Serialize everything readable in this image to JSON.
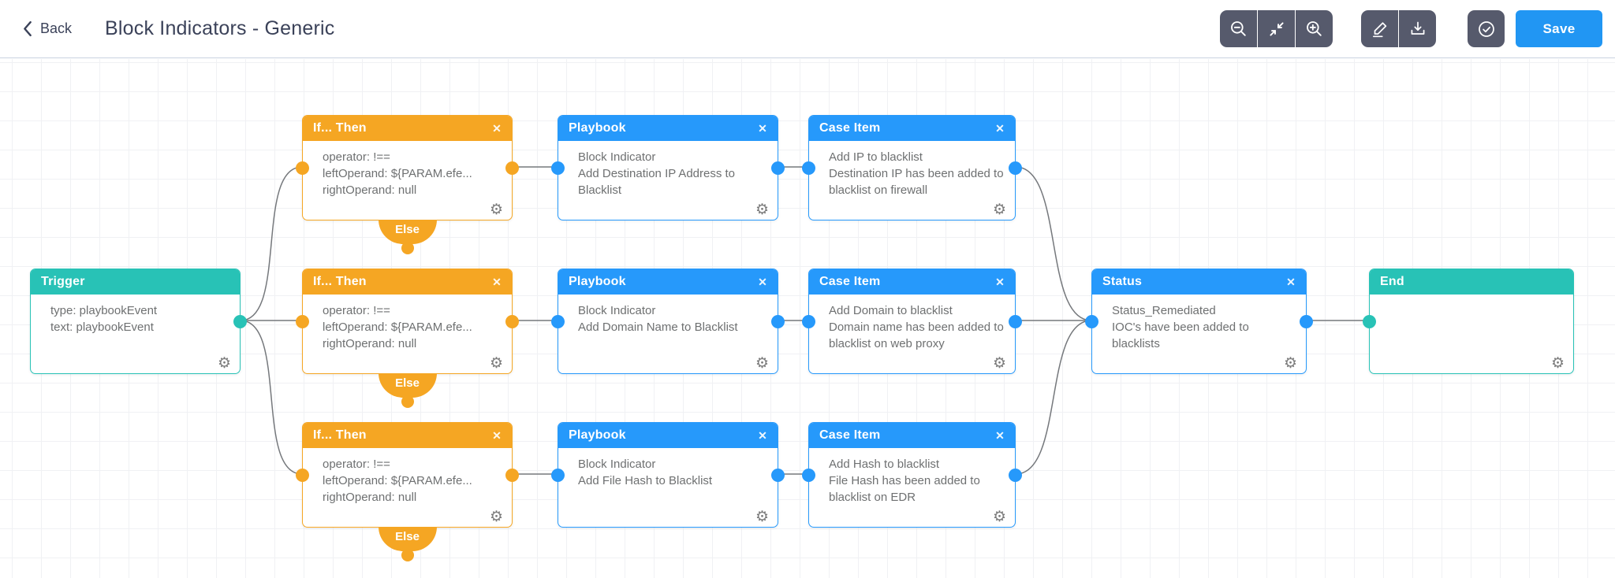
{
  "header": {
    "back_label": "Back",
    "title": "Block Indicators - Generic",
    "save_label": "Save"
  },
  "icons": {
    "back": "chevron-left",
    "zoom_out": "magnifier-minus",
    "fit_view": "collapse-diagonal-arrows",
    "zoom_in": "magnifier-plus",
    "edit": "pencil-underline",
    "download": "arrow-down-into-tray",
    "validate": "check-circle",
    "close": "✕",
    "settings": "⚙"
  },
  "colors": {
    "teal": "#28c2b6",
    "orange": "#f5a623",
    "node_blue": "#2699fb",
    "save_blue": "#2196f3",
    "toolbar_slate": "#565a6c",
    "title_text": "#3b4259",
    "body_text": "#6e7071",
    "edge_gray": "#75787c"
  },
  "nodes": {
    "trigger": {
      "title": "Trigger",
      "lines": [
        "type: playbookEvent",
        "text: playbookEvent"
      ]
    },
    "if1": {
      "title": "If... Then",
      "lines": [
        "operator: !==",
        "leftOperand: ${PARAM.efe...",
        "rightOperand: null"
      ],
      "else_label": "Else"
    },
    "if2": {
      "title": "If... Then",
      "lines": [
        "operator: !==",
        "leftOperand: ${PARAM.efe...",
        "rightOperand: null"
      ],
      "else_label": "Else"
    },
    "if3": {
      "title": "If... Then",
      "lines": [
        "operator: !==",
        "leftOperand: ${PARAM.efe...",
        "rightOperand: null"
      ],
      "else_label": "Else"
    },
    "playbook1": {
      "title": "Playbook",
      "lines": [
        "Block Indicator",
        "Add Destination IP Address to Blacklist"
      ]
    },
    "playbook2": {
      "title": "Playbook",
      "lines": [
        "Block Indicator",
        "Add Domain Name to Blacklist"
      ]
    },
    "playbook3": {
      "title": "Playbook",
      "lines": [
        "Block Indicator",
        "Add File Hash to Blacklist"
      ]
    },
    "case1": {
      "title": "Case Item",
      "lines": [
        "Add IP to blacklist",
        "Destination IP has been added to blacklist on firewall"
      ]
    },
    "case2": {
      "title": "Case Item",
      "lines": [
        "Add Domain to blacklist",
        "Domain name has been added to blacklist on web proxy"
      ]
    },
    "case3": {
      "title": "Case Item",
      "lines": [
        "Add Hash to blacklist",
        "File Hash has been added to blacklist on EDR"
      ]
    },
    "status": {
      "title": "Status",
      "lines": [
        "Status_Remediated",
        "IOC's have been added to blacklists"
      ]
    },
    "end": {
      "title": "End",
      "lines": []
    }
  },
  "edges": [
    {
      "from": "trigger",
      "to": "if1"
    },
    {
      "from": "trigger",
      "to": "if2"
    },
    {
      "from": "trigger",
      "to": "if3"
    },
    {
      "from": "if1",
      "to": "playbook1"
    },
    {
      "from": "if2",
      "to": "playbook2"
    },
    {
      "from": "if3",
      "to": "playbook3"
    },
    {
      "from": "playbook1",
      "to": "case1"
    },
    {
      "from": "playbook2",
      "to": "case2"
    },
    {
      "from": "playbook3",
      "to": "case3"
    },
    {
      "from": "case1",
      "to": "status"
    },
    {
      "from": "case2",
      "to": "status"
    },
    {
      "from": "case3",
      "to": "status"
    },
    {
      "from": "status",
      "to": "end"
    }
  ]
}
